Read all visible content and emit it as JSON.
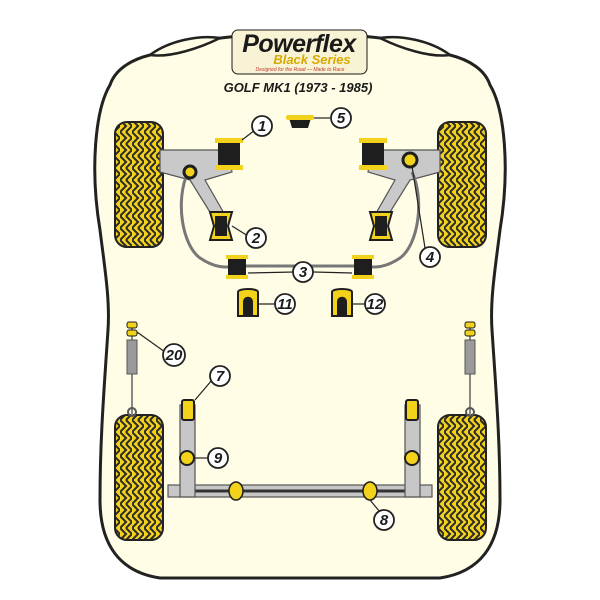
{
  "logo": {
    "brand": "Powerflex",
    "series": "Black Series",
    "tagline": "Designed for the Road — Made to Race"
  },
  "title": "GOLF MK1 (1973 - 1985)",
  "callouts": [
    {
      "id": "1",
      "label": "1"
    },
    {
      "id": "2",
      "label": "2"
    },
    {
      "id": "3",
      "label": "3"
    },
    {
      "id": "4",
      "label": "4"
    },
    {
      "id": "5",
      "label": "5"
    },
    {
      "id": "7",
      "label": "7"
    },
    {
      "id": "8",
      "label": "8"
    },
    {
      "id": "9",
      "label": "9"
    },
    {
      "id": "11",
      "label": "11"
    },
    {
      "id": "12",
      "label": "12"
    },
    {
      "id": "20",
      "label": "20"
    }
  ],
  "colors": {
    "bushing_yellow": "#f2d21b",
    "bushing_black": "#1e1e1e",
    "body_fill": "#fffde6",
    "outline": "#222222",
    "metal_grey": "#b8b8b8"
  }
}
